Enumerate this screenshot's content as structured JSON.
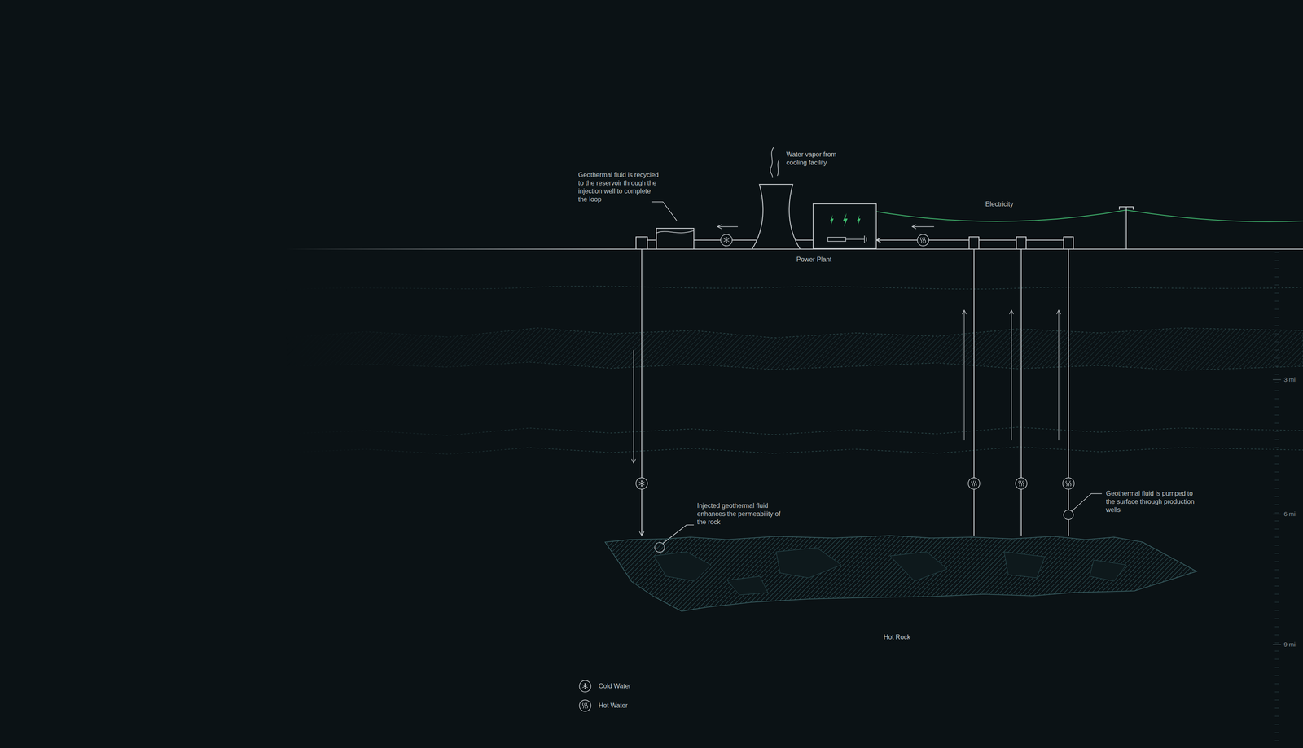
{
  "diagram": {
    "nodes": [
      {
        "text": [
          "Power Plant"
        ]
      },
      {
        "text": [
          "Hot Rock"
        ]
      }
    ],
    "edges": [
      {
        "from": 1,
        "to": 0,
        "arrow": "to"
      },
      {
        "from": 1,
        "to": 0,
        "arrow": "to"
      },
      {
        "from": 1,
        "to": 0,
        "arrow": "to"
      },
      {
        "from": 0,
        "to": 1,
        "arrow": "to"
      }
    ],
    "labels": [
      "Geothermal fluid is recycled to the reservoir through the injection well to complete the loop",
      "Water vapor from cooling facility",
      "Electricity",
      "3 mi",
      "6 mi",
      "9 mi",
      "Injected geothermal fluid enhances the permeability of the rock",
      "Geothermal fluid is pumped to the surface through production wells"
    ],
    "legend": [
      {
        "text": "Cold Water"
      },
      {
        "text": "Hot Water"
      }
    ]
  }
}
